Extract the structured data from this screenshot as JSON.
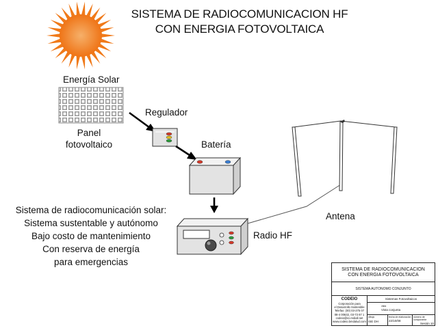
{
  "title": {
    "line1": "SISTEMA DE RADIOCOMUNICACION HF",
    "line2": "CON ENERGIA FOTOVOLTAICA"
  },
  "labels": {
    "solar_energy": "Energía Solar",
    "panel_line1": "Panel",
    "panel_line2": "fotovoltaico",
    "regulator": "Regulador",
    "battery": "Batería",
    "radio": "Radio HF",
    "antenna": "Antena"
  },
  "benefits": [
    "Sistema de radiocomunicación solar:",
    "Sistema sustentable y autónomo",
    "Bajo costo de mantenimiento",
    "Con reserva de energía",
    "para emergencias"
  ],
  "title_block": {
    "title_line1": "SISTEMA DE RADIOCOMUNICACION",
    "title_line2": "CON ENERGIA FOTOVOLTAICA",
    "subtitle": "SISTEMA AUTONOMO CONJUNTO",
    "org_name": "CODEIO",
    "org_line1": "Corporación para",
    "org_line2": "el Desarrollo Sostenible",
    "org_line3": "Telefax: (00) 03-275 07",
    "org_line4": "08-4 00632, 03-73 67 1",
    "org_line5": "codeio@ici.rediall.net",
    "org_line6": "www.codeio.bmdalud.com",
    "project": "Sistemas Fotovoltaicos",
    "view_label": "vista",
    "view": "Vista conjunta",
    "drawn_label": "dibujo",
    "drawn_value": "ISE DH",
    "date_label": "fecha de elaboración",
    "date_value": "22/10/08",
    "sheet_label": "número de componente",
    "sheet_value": "Sesión 10"
  },
  "colors": {
    "sun": "#f07a1a",
    "sun_center": "#f29a4a",
    "led_red": "#d83a2a",
    "led_yellow": "#e6c21f",
    "led_green": "#2e9e3e",
    "terminal_blue": "#3a7fd6",
    "device_fill": "#e3e3e3"
  }
}
